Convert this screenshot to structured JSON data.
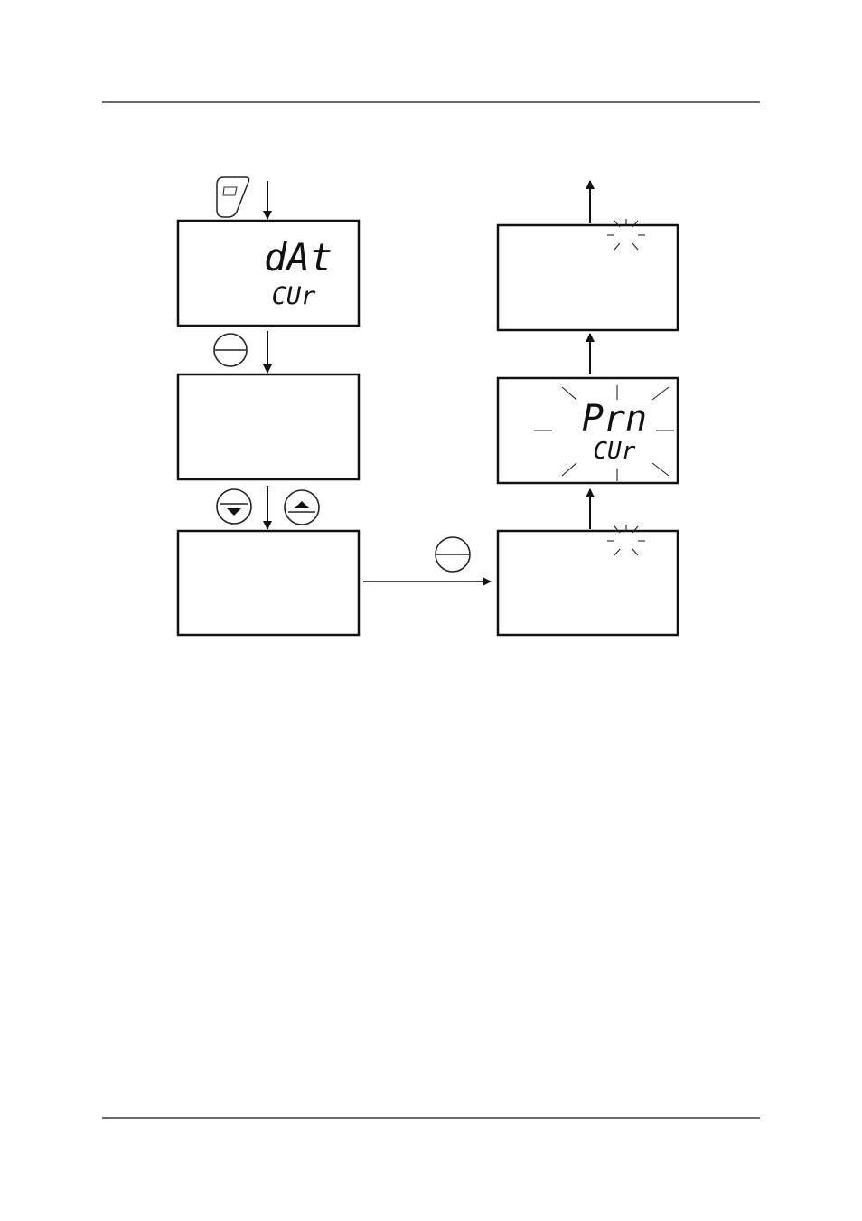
{
  "screens": {
    "screen1": {
      "line1": "dAt",
      "line2": "CUr"
    },
    "screen2": {
      "line1": "",
      "line2": ""
    },
    "screen3": {
      "line1": "",
      "line2": ""
    },
    "screen4": {
      "line1": "",
      "line2": "",
      "blinking": true
    },
    "screen5": {
      "line1": "Prn",
      "line2": "CUr",
      "blinking": true
    },
    "screen6": {
      "line1": "",
      "line2": "",
      "blinking": true
    }
  },
  "keys": {
    "data_key": {
      "icon": "print-data-key-icon"
    },
    "enter_key": {
      "icon": "enter-key-icon"
    },
    "down_key": {
      "icon": "down-key-icon"
    },
    "up_key": {
      "icon": "up-key-icon"
    },
    "enter_key_2": {
      "icon": "enter-key-icon"
    }
  }
}
